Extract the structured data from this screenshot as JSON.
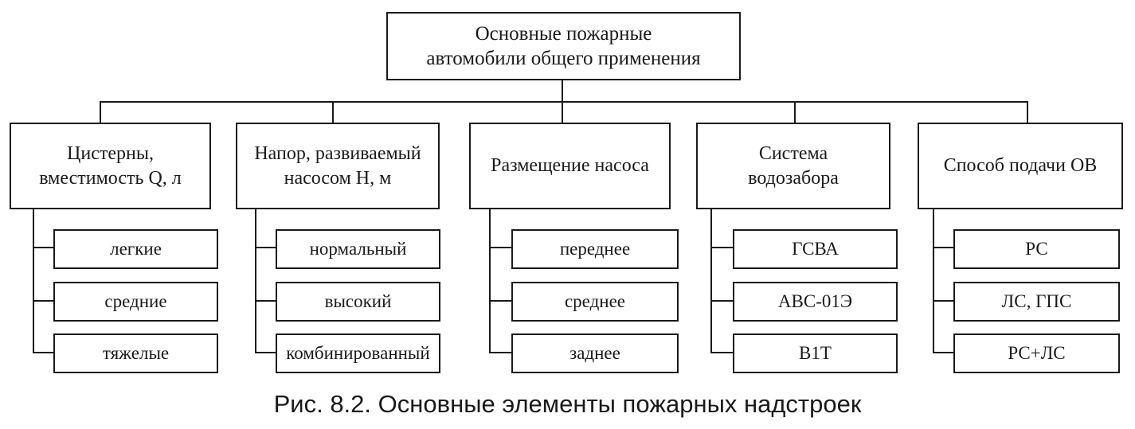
{
  "root": {
    "line1": "Основные пожарные",
    "line2": "автомобили общего применения"
  },
  "categories": [
    {
      "line1": "Цистерны,",
      "line2": "вместимость Q, л",
      "items": [
        "легкие",
        "средние",
        "тяжелые"
      ]
    },
    {
      "line1": "Напор, развиваемый",
      "line2": "насосом Н, м",
      "items": [
        "нормальный",
        "высокий",
        "комбинированный"
      ]
    },
    {
      "line1": "Размещение насоса",
      "line2": "",
      "items": [
        "переднее",
        "среднее",
        "заднее"
      ]
    },
    {
      "line1": "Система",
      "line2": "водозабора",
      "items": [
        "ГСВА",
        "АВС-01Э",
        "В1Т"
      ]
    },
    {
      "line1": "Способ подачи ОВ",
      "line2": "",
      "items": [
        "РС",
        "ЛС, ГПС",
        "РС+ЛС"
      ]
    }
  ],
  "caption": "Рис. 8.2. Основные элементы пожарных надстроек"
}
